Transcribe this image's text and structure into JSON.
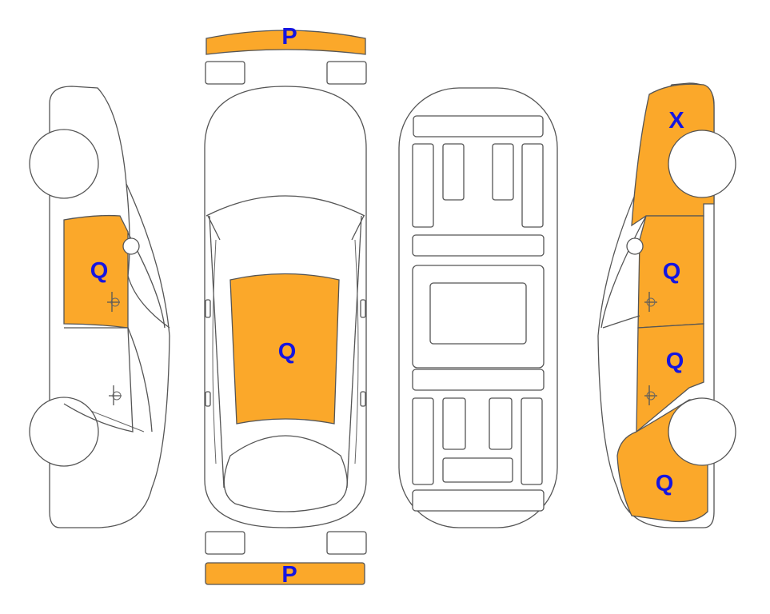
{
  "colors": {
    "damage_fill": "#FBA82A",
    "code_text": "#1515E0",
    "outline": "#555555"
  },
  "labels": {
    "front_bumper": "P",
    "rear_bumper": "P",
    "roof": "Q",
    "left_front_door": "Q",
    "right_front_fender": "X",
    "right_front_door": "Q",
    "right_rear_door": "Q",
    "right_rear_quarter": "Q"
  }
}
